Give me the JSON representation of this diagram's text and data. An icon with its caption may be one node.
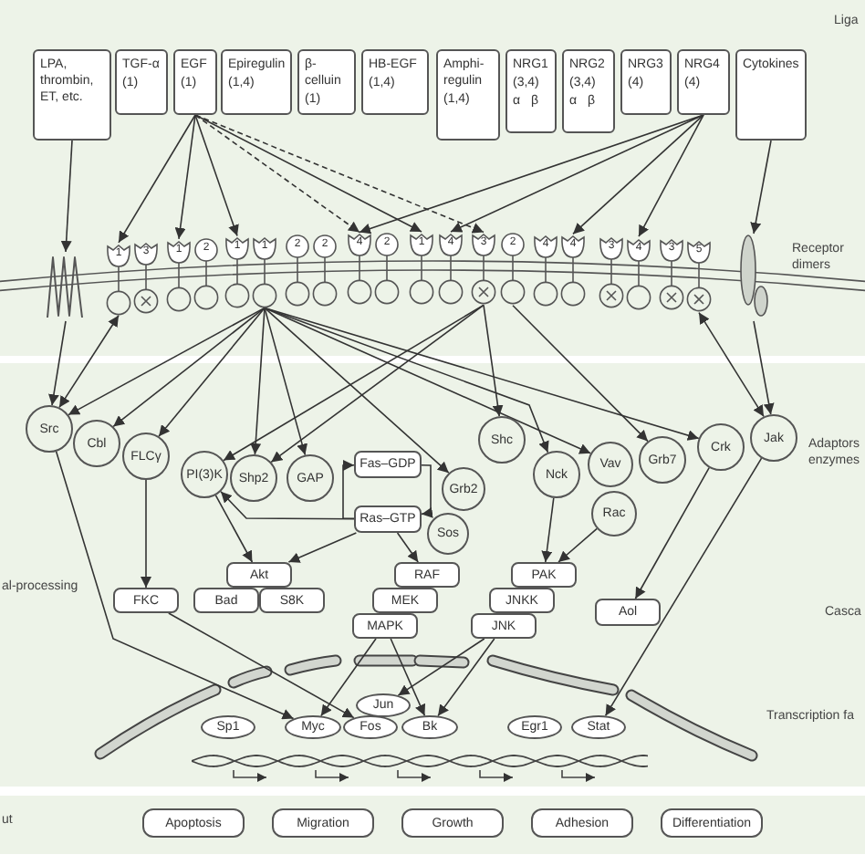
{
  "diagram": {
    "nodes": [
      {
        "text": [
          "LPA, thrombin, ET, etc."
        ]
      },
      {
        "text": [
          "TGF-α",
          "(1)"
        ]
      },
      {
        "text": [
          "EGF",
          "(1)"
        ]
      },
      {
        "text": [
          "Epiregulin",
          "(1,4)"
        ]
      },
      {
        "text": [
          "β-celluin",
          "(1)"
        ]
      },
      {
        "text": [
          "HB-EGF",
          "(1,4)"
        ]
      },
      {
        "text": [
          "Amphi-regulin",
          "(1,4)"
        ]
      },
      {
        "text": [
          "NRG1",
          "(3,4)",
          "α β"
        ]
      },
      {
        "text": [
          "NRG2",
          "(3,4)",
          "α β"
        ]
      },
      {
        "text": [
          "NRG3",
          "(4)"
        ]
      },
      {
        "text": [
          "NRG4",
          "(4)"
        ]
      },
      {
        "text": [
          "Cytokines"
        ]
      },
      {
        "text": [],
        "shape": "picture"
      },
      {
        "text": [
          "1"
        ]
      },
      {
        "text": [
          "3"
        ]
      },
      {
        "text": [
          "1"
        ]
      },
      {
        "text": [
          "2"
        ]
      },
      {
        "text": [
          "1"
        ]
      },
      {
        "text": [
          "1"
        ]
      },
      {
        "text": [
          "2"
        ]
      },
      {
        "text": [
          "2"
        ]
      },
      {
        "text": [
          "4"
        ]
      },
      {
        "text": [
          "2"
        ]
      },
      {
        "text": [
          "1"
        ]
      },
      {
        "text": [
          "4"
        ]
      },
      {
        "text": [
          "3"
        ]
      },
      {
        "text": [
          "2"
        ]
      },
      {
        "text": [
          "4"
        ]
      },
      {
        "text": [
          "4"
        ]
      },
      {
        "text": [
          "3"
        ]
      },
      {
        "text": [
          "4"
        ]
      },
      {
        "text": [
          "3"
        ]
      },
      {
        "text": [
          "5"
        ]
      },
      {
        "text": [],
        "shape": "picture"
      },
      {
        "text": [
          "Src"
        ]
      },
      {
        "text": [
          "Cbl"
        ]
      },
      {
        "text": [
          "FLCγ"
        ]
      },
      {
        "text": [
          "PI(3)K"
        ]
      },
      {
        "text": [
          "Shp2"
        ]
      },
      {
        "text": [
          "GAP"
        ]
      },
      {
        "text": [
          "Fas–GDP"
        ]
      },
      {
        "text": [
          "Ras–GTP"
        ]
      },
      {
        "text": [
          "Shc"
        ]
      },
      {
        "text": [
          "Grb2"
        ]
      },
      {
        "text": [
          "Sos"
        ]
      },
      {
        "text": [
          "Nck"
        ]
      },
      {
        "text": [
          "Vav"
        ]
      },
      {
        "text": [
          "Rac"
        ]
      },
      {
        "text": [
          "Grb7"
        ]
      },
      {
        "text": [
          "Crk"
        ]
      },
      {
        "text": [
          "Jak"
        ]
      },
      {
        "text": [
          "Akt"
        ]
      },
      {
        "text": [
          "FKC"
        ]
      },
      {
        "text": [
          "Bad"
        ]
      },
      {
        "text": [
          "S8K"
        ]
      },
      {
        "text": [
          "RAF"
        ]
      },
      {
        "text": [
          "MEK"
        ]
      },
      {
        "text": [
          "MAPK"
        ]
      },
      {
        "text": [
          "PAK"
        ]
      },
      {
        "text": [
          "JNKK"
        ]
      },
      {
        "text": [
          "JNK"
        ]
      },
      {
        "text": [
          "Aol"
        ]
      },
      {
        "text": [
          "Jun"
        ]
      },
      {
        "text": [
          "Sp1"
        ]
      },
      {
        "text": [
          "Myc"
        ]
      },
      {
        "text": [
          "Fos"
        ]
      },
      {
        "text": [
          "Bk"
        ]
      },
      {
        "text": [
          "Egr1"
        ]
      },
      {
        "text": [
          "Stat"
        ]
      },
      {
        "text": [
          "Apoptosis"
        ]
      },
      {
        "text": [
          "Migration"
        ]
      },
      {
        "text": [
          "Growth"
        ]
      },
      {
        "text": [
          "Adhesion"
        ]
      },
      {
        "text": [
          "Differentiation"
        ]
      }
    ],
    "edges": [
      {
        "from": 0,
        "to": 12,
        "arrow": "to"
      },
      {
        "from": 11,
        "to": 33,
        "arrow": "to"
      },
      {
        "from": 2,
        "to": 13,
        "arrow": "to"
      },
      {
        "from": 2,
        "to": 15,
        "arrow": "to"
      },
      {
        "from": 2,
        "to": 17,
        "arrow": "to"
      },
      {
        "from": 2,
        "to": 21,
        "arrow": "to",
        "style": "dashed"
      },
      {
        "from": 2,
        "to": 23,
        "arrow": "to"
      },
      {
        "from": 2,
        "to": 25,
        "arrow": "to",
        "style": "dashed"
      },
      {
        "from": 10,
        "to": 21,
        "arrow": "to"
      },
      {
        "from": 10,
        "to": 24,
        "arrow": "to"
      },
      {
        "from": 10,
        "to": 28,
        "arrow": "to"
      },
      {
        "from": 10,
        "to": 30,
        "arrow": "to"
      },
      {
        "from": 12,
        "to": 34,
        "arrow": "to"
      },
      {
        "from": 34,
        "to": 13,
        "arrow": "both"
      },
      {
        "from": 18,
        "to": 34,
        "arrow": "to"
      },
      {
        "from": 18,
        "to": 35,
        "arrow": "to"
      },
      {
        "from": 18,
        "to": 36,
        "arrow": "to"
      },
      {
        "from": 18,
        "to": 38,
        "arrow": "to"
      },
      {
        "from": 18,
        "to": 39,
        "arrow": "to"
      },
      {
        "from": 18,
        "to": 43,
        "arrow": "to"
      },
      {
        "from": 18,
        "to": 45,
        "arrow": "to"
      },
      {
        "from": 18,
        "to": 46,
        "arrow": "to"
      },
      {
        "from": 18,
        "to": 49,
        "arrow": "to"
      },
      {
        "from": 25,
        "to": 37,
        "arrow": "to"
      },
      {
        "from": 25,
        "to": 38,
        "arrow": "to"
      },
      {
        "from": 25,
        "to": 42,
        "arrow": "to"
      },
      {
        "from": 26,
        "to": 48,
        "arrow": "to"
      },
      {
        "from": 33,
        "to": 50,
        "arrow": "to"
      },
      {
        "from": 50,
        "to": 32,
        "arrow": "both"
      },
      {
        "from": 41,
        "to": 37,
        "arrow": "to"
      },
      {
        "from": 41,
        "to": 40,
        "arrow": "to"
      },
      {
        "from": 40,
        "to": 41,
        "arrow": "to"
      },
      {
        "from": 37,
        "to": 51,
        "arrow": "to"
      },
      {
        "from": 41,
        "to": 51,
        "arrow": "to"
      },
      {
        "from": 41,
        "to": 55,
        "arrow": "to"
      },
      {
        "from": 45,
        "to": 58,
        "arrow": "to"
      },
      {
        "from": 47,
        "to": 58,
        "arrow": "to"
      },
      {
        "from": 49,
        "to": 61,
        "arrow": "to"
      },
      {
        "from": 50,
        "to": 68,
        "arrow": "to"
      },
      {
        "from": 34,
        "to": 64,
        "arrow": "to"
      },
      {
        "from": 36,
        "to": 52,
        "arrow": "to"
      },
      {
        "from": 52,
        "to": 65,
        "arrow": "to"
      },
      {
        "from": 57,
        "to": 64,
        "arrow": "to"
      },
      {
        "from": 57,
        "to": 66,
        "arrow": "to"
      },
      {
        "from": 60,
        "to": 62,
        "arrow": "to"
      },
      {
        "from": 60,
        "to": 66,
        "arrow": "to"
      }
    ],
    "labels": [
      "Liga",
      "Receptor dimers",
      "Adaptors enzymes",
      "al-processing",
      "Casca",
      "Transcription fa",
      "ut"
    ]
  }
}
